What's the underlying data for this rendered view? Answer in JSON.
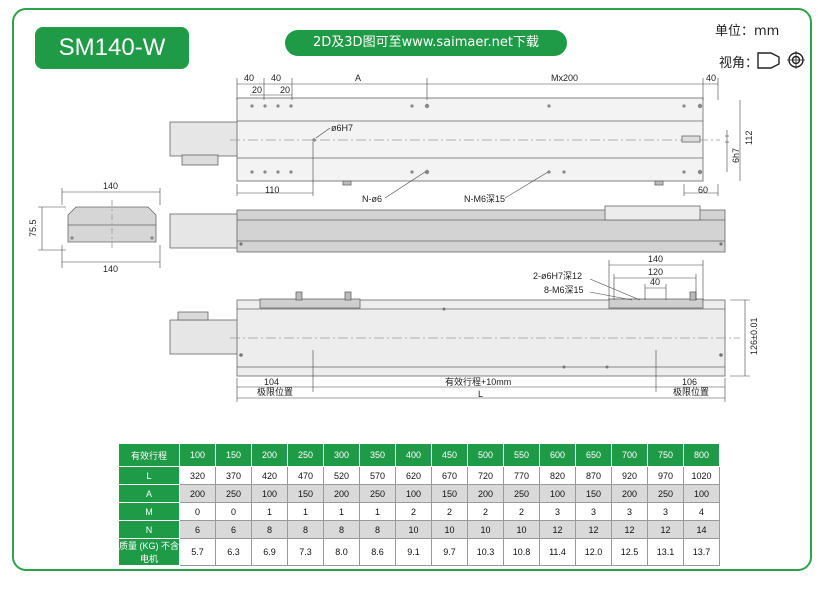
{
  "header": {
    "model": "SM140-W",
    "download_text": "2D及3D图可至www.saimaer.net下载",
    "unit_label": "单位：mm",
    "view_label": "视角："
  },
  "drawing": {
    "top_dims": [
      "40",
      "40",
      "20",
      "20",
      "A",
      "Mx200",
      "40"
    ],
    "hole_label": "ø6H7",
    "height_112": "112",
    "h7_label": "6h7",
    "dim_110": "110",
    "dim_60": "60",
    "n_hole_label": "N-ø6",
    "n_thread_label": "N-M6深15",
    "side_140_top": "140",
    "side_140_bottom": "140",
    "side_75_5": "75.5",
    "slider_140": "140",
    "slider_120": "120",
    "slider_40": "40",
    "slider_pin_label": "2-ø6H7深12",
    "slider_thread_label": "8-M6深15",
    "height_126": "126±0.01",
    "dim_104": "104",
    "stroke_label": "有效行程+10mm",
    "dim_106": "106",
    "limit_left": "极限位置",
    "limit_right": "极限位置",
    "total_L": "L"
  },
  "table": {
    "rows": [
      {
        "head": "有效行程",
        "cells": [
          "100",
          "150",
          "200",
          "250",
          "300",
          "350",
          "400",
          "450",
          "500",
          "550",
          "600",
          "650",
          "700",
          "750",
          "800"
        ]
      },
      {
        "head": "L",
        "cells": [
          "320",
          "370",
          "420",
          "470",
          "520",
          "570",
          "620",
          "670",
          "720",
          "770",
          "820",
          "870",
          "920",
          "970",
          "1020"
        ]
      },
      {
        "head": "A",
        "cells": [
          "200",
          "250",
          "100",
          "150",
          "200",
          "250",
          "100",
          "150",
          "200",
          "250",
          "100",
          "150",
          "200",
          "250",
          "100"
        ]
      },
      {
        "head": "M",
        "cells": [
          "0",
          "0",
          "1",
          "1",
          "1",
          "1",
          "2",
          "2",
          "2",
          "2",
          "3",
          "3",
          "3",
          "3",
          "4"
        ]
      },
      {
        "head": "N",
        "cells": [
          "6",
          "6",
          "8",
          "8",
          "8",
          "8",
          "10",
          "10",
          "10",
          "10",
          "12",
          "12",
          "12",
          "12",
          "14"
        ]
      },
      {
        "head": "质量 (KG) 不含电机",
        "cells": [
          "5.7",
          "6.3",
          "6.9",
          "7.3",
          "8.0",
          "8.6",
          "9.1",
          "9.7",
          "10.3",
          "10.8",
          "11.4",
          "12.0",
          "12.5",
          "13.1",
          "13.7"
        ]
      }
    ]
  },
  "colors": {
    "brand_green": "#1f9a47",
    "frame_green": "#2ea24a",
    "rail_gray": "#c9c9c9"
  }
}
